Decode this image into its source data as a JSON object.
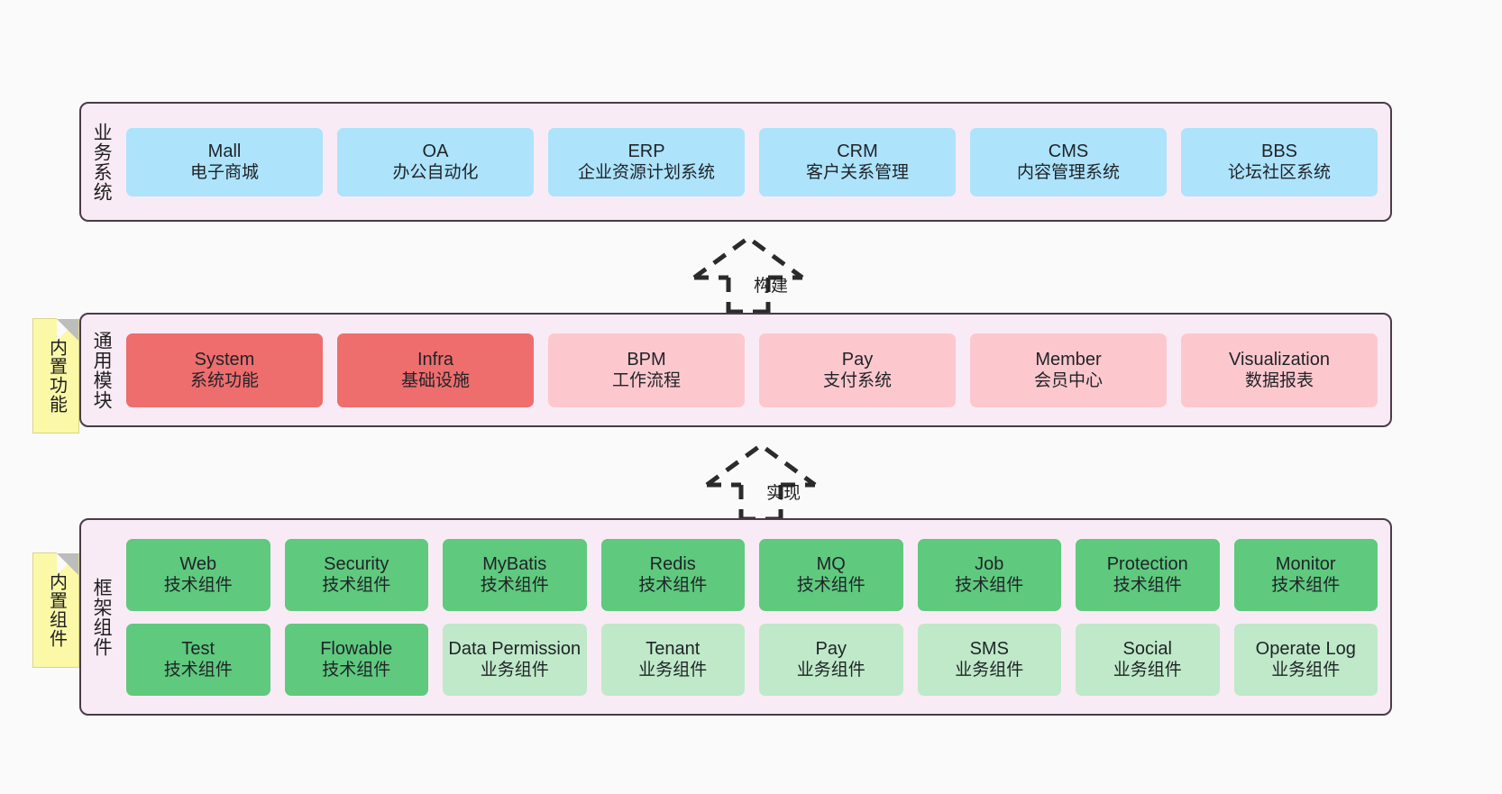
{
  "diagram": {
    "background": "#fafafa",
    "panel_fill": "#f9ebf5",
    "panel_border": "#4a3b47",
    "note_fill": "#fbf8a8",
    "colors": {
      "business": "#ade3fb",
      "core_module": "#ee6d6d",
      "module": "#fcc8ce",
      "tech_component": "#5fc97e",
      "biz_component": "#bfe9c8"
    }
  },
  "layers": {
    "business": {
      "title": "业务系统",
      "nodes": [
        {
          "en": "Mall",
          "cn": "电子商城"
        },
        {
          "en": "OA",
          "cn": "办公自动化"
        },
        {
          "en": "ERP",
          "cn": "企业资源计划系统"
        },
        {
          "en": "CRM",
          "cn": "客户关系管理"
        },
        {
          "en": "CMS",
          "cn": "内容管理系统"
        },
        {
          "en": "BBS",
          "cn": "论坛社区系统"
        }
      ]
    },
    "common": {
      "title": "通用模块",
      "note": "内置功能",
      "nodes": [
        {
          "en": "System",
          "cn": "系统功能",
          "style": "red"
        },
        {
          "en": "Infra",
          "cn": "基础设施",
          "style": "red"
        },
        {
          "en": "BPM",
          "cn": "工作流程",
          "style": "pinklight"
        },
        {
          "en": "Pay",
          "cn": "支付系统",
          "style": "pinklight"
        },
        {
          "en": "Member",
          "cn": "会员中心",
          "style": "pinklight"
        },
        {
          "en": "Visualization",
          "cn": "数据报表",
          "style": "pinklight"
        }
      ]
    },
    "framework": {
      "title": "框架组件",
      "note": "内置组件",
      "row1": [
        {
          "en": "Web",
          "cn": "技术组件"
        },
        {
          "en": "Security",
          "cn": "技术组件"
        },
        {
          "en": "MyBatis",
          "cn": "技术组件"
        },
        {
          "en": "Redis",
          "cn": "技术组件"
        },
        {
          "en": "MQ",
          "cn": "技术组件"
        },
        {
          "en": "Job",
          "cn": "技术组件"
        },
        {
          "en": "Protection",
          "cn": "技术组件"
        },
        {
          "en": "Monitor",
          "cn": "技术组件"
        }
      ],
      "row2": [
        {
          "en": "Test",
          "cn": "技术组件",
          "style": "green"
        },
        {
          "en": "Flowable",
          "cn": "技术组件",
          "style": "green"
        },
        {
          "en": "Data Permission",
          "cn": "业务组件",
          "style": "greenlight"
        },
        {
          "en": "Tenant",
          "cn": "业务组件",
          "style": "greenlight"
        },
        {
          "en": "Pay",
          "cn": "业务组件",
          "style": "greenlight"
        },
        {
          "en": "SMS",
          "cn": "业务组件",
          "style": "greenlight"
        },
        {
          "en": "Social",
          "cn": "业务组件",
          "style": "greenlight"
        },
        {
          "en": "Operate Log",
          "cn": "业务组件",
          "style": "greenlight"
        }
      ]
    }
  },
  "connectors": {
    "build": {
      "label": "构建"
    },
    "implement": {
      "label": "实现"
    }
  }
}
